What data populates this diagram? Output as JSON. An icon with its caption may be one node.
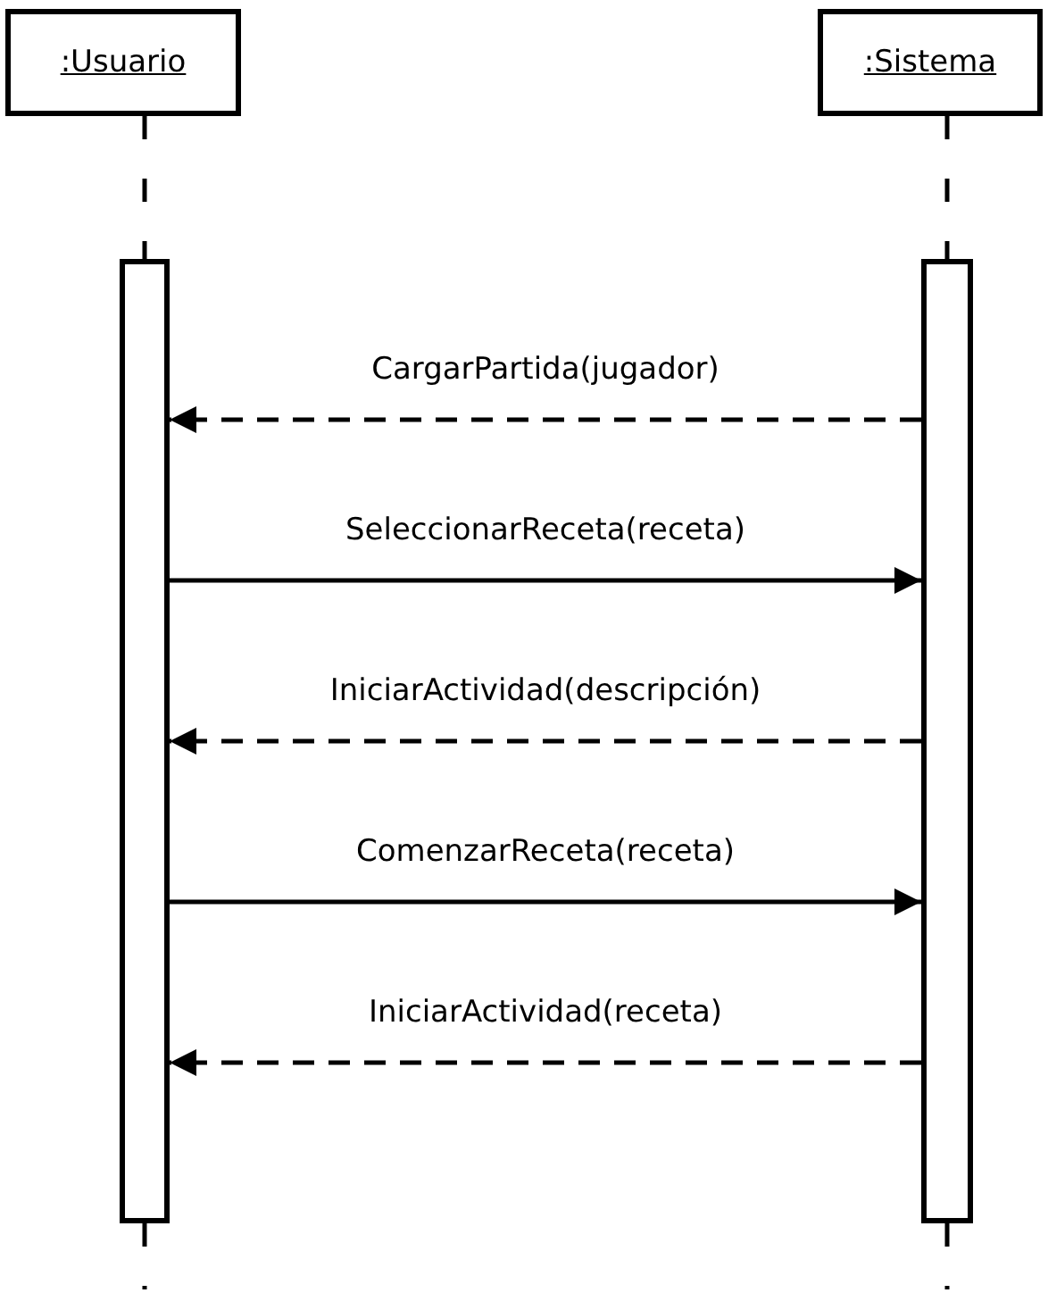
{
  "diagram": {
    "nodes": [
      {
        "text": [
          ":Usuario"
        ]
      },
      {
        "text": [
          ":Sistema"
        ]
      },
      {
        "text": [],
        "shape": "bar"
      },
      {
        "text": [],
        "shape": "bar"
      }
    ],
    "edges": [
      {
        "from": 0,
        "to": 2,
        "arrow": "none",
        "style": "dashed"
      },
      {
        "from": 1,
        "to": 3,
        "arrow": "none",
        "style": "dashed"
      },
      {
        "from": 3,
        "to": 2,
        "arrow": "to",
        "style": "dashed",
        "label": "CargarPartida(jugador)"
      },
      {
        "from": 2,
        "to": 3,
        "arrow": "to",
        "label": "SeleccionarReceta(receta)"
      },
      {
        "from": 3,
        "to": 2,
        "arrow": "to",
        "style": "dashed",
        "label": "IniciarActividad(descripción)"
      },
      {
        "from": 2,
        "to": 3,
        "arrow": "to",
        "label": "ComenzarReceta(receta)"
      },
      {
        "from": 3,
        "to": 2,
        "arrow": "to",
        "style": "dashed",
        "label": "IniciarActividad(receta)"
      },
      {
        "from": 2,
        "to": null,
        "arrow": "none",
        "style": "dashed"
      },
      {
        "from": 3,
        "to": null,
        "arrow": "none",
        "style": "dashed"
      }
    ]
  }
}
